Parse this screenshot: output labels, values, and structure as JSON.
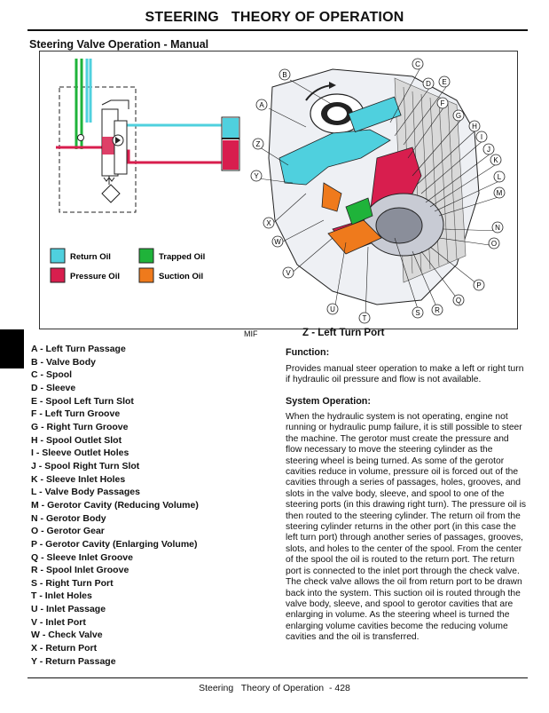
{
  "header": {
    "title": "STEERING   THEORY OF OPERATION"
  },
  "section": {
    "title": "Steering Valve Operation - Manual"
  },
  "figure": {
    "legend": {
      "return_oil": "Return Oil",
      "trapped_oil": "Trapped Oil",
      "pressure_oil": "Pressure Oil",
      "suction_oil": "Suction Oil"
    },
    "colors": {
      "return": "#4fd0de",
      "trapped": "#1fb33a",
      "pressure": "#d81e4e",
      "suction": "#ef7a1c"
    },
    "callout_letters": [
      "A",
      "B",
      "C",
      "D",
      "E",
      "F",
      "G",
      "H",
      "I",
      "J",
      "K",
      "L",
      "M",
      "N",
      "O",
      "P",
      "Q",
      "R",
      "S",
      "T",
      "U",
      "V",
      "W",
      "X",
      "Y",
      "Z"
    ],
    "source_tag": "MIF",
    "caption": "Z - Left Turn Port"
  },
  "parts_list": [
    {
      "key": "A",
      "label": "Left Turn Passage"
    },
    {
      "key": "B",
      "label": "Valve Body"
    },
    {
      "key": "C",
      "label": "Spool"
    },
    {
      "key": "D",
      "label": "Sleeve"
    },
    {
      "key": "E",
      "label": "Spool Left Turn Slot"
    },
    {
      "key": "F",
      "label": "Left Turn Groove"
    },
    {
      "key": "G",
      "label": "Right Turn Groove"
    },
    {
      "key": "H",
      "label": "Spool Outlet Slot"
    },
    {
      "key": "I",
      "label": "Sleeve Outlet Holes"
    },
    {
      "key": "J",
      "label": "Spool Right Turn Slot"
    },
    {
      "key": "K",
      "label": "Sleeve Inlet Holes"
    },
    {
      "key": "L",
      "label": "Valve Body Passages"
    },
    {
      "key": "M",
      "label": "Gerotor Cavity (Reducing Volume)"
    },
    {
      "key": "N",
      "label": "Gerotor Body"
    },
    {
      "key": "O",
      "label": "Gerotor Gear"
    },
    {
      "key": "P",
      "label": "Gerotor Cavity (Enlarging Volume)"
    },
    {
      "key": "Q",
      "label": "Sleeve Inlet Groove"
    },
    {
      "key": "R",
      "label": "Spool Inlet Groove"
    },
    {
      "key": "S",
      "label": "Right Turn Port"
    },
    {
      "key": "T",
      "label": "Inlet Holes"
    },
    {
      "key": "U",
      "label": "Inlet Passage"
    },
    {
      "key": "V",
      "label": "Inlet Port"
    },
    {
      "key": "W",
      "label": "Check Valve"
    },
    {
      "key": "X",
      "label": "Return Port"
    },
    {
      "key": "Y",
      "label": "Return Passage"
    }
  ],
  "function": {
    "heading": "Function:",
    "text": "Provides manual steer operation to make a left or right turn if hydraulic oil pressure and flow is not available."
  },
  "system_operation": {
    "heading": "System Operation:",
    "text": "When the hydraulic system is not operating, engine not running or hydraulic pump failure, it is still possible to steer the machine. The gerotor must create the pressure and flow necessary to move the steering cylinder as the steering wheel is being turned. As some of the gerotor cavities reduce in volume, pressure oil is forced out of the cavities through a series of passages, holes, grooves, and slots in the valve body, sleeve, and spool to one of the steering ports (in this drawing right turn). The pressure oil is then routed to the steering cylinder. The return oil from the steering cylinder returns in the other port (in this case the left turn port) through another series of passages, grooves, slots, and holes to the center of the spool. From the center of the spool the oil is routed to the return port. The return port is connected to the inlet port through the check valve. The check valve allows the oil from return port to be drawn back into the system. This suction oil is routed through the valve body, sleeve, and spool to gerotor cavities that are enlarging in volume. As the steering wheel is turned the enlarging volume cavities become the reducing volume cavities and the oil is transferred."
  },
  "footer": {
    "text": "Steering   Theory of Operation  - 428"
  }
}
